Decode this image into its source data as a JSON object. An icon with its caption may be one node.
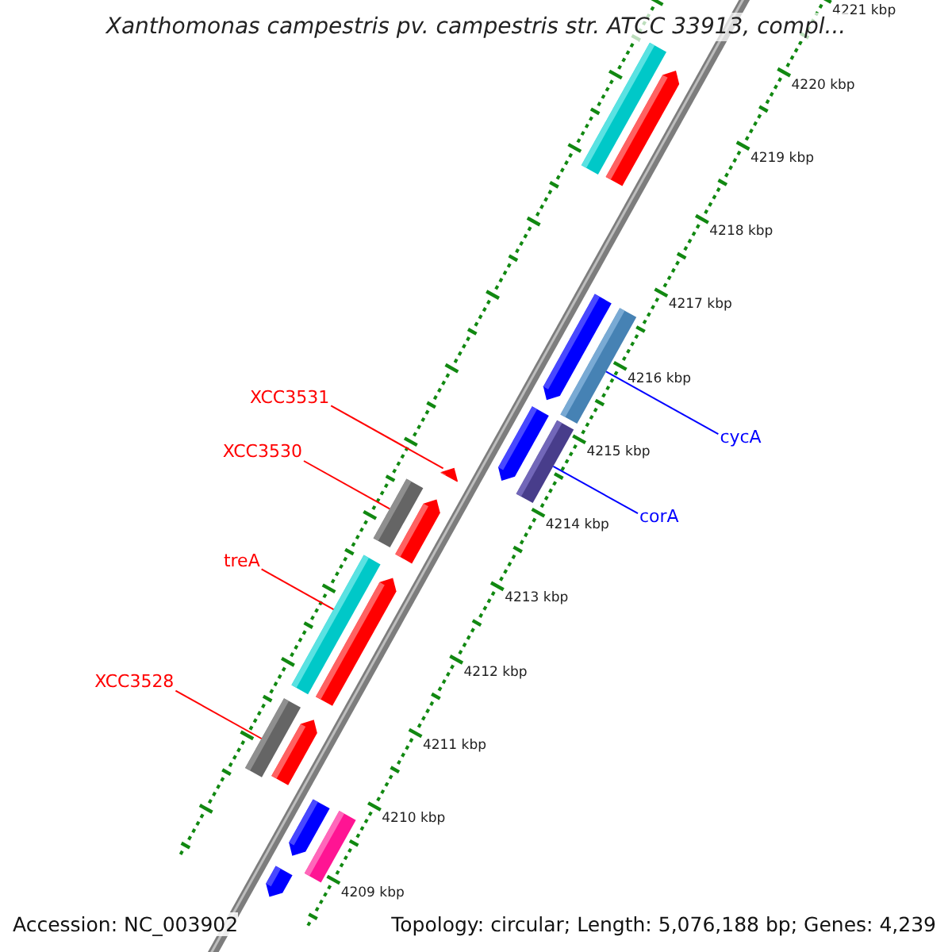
{
  "diagram": {
    "title": "Xanthomonas campestris pv. campestris str. ATCC 33913, compl...",
    "nodes": [
      {
        "text": [
          "XCC3531"
        ]
      },
      {
        "text": [],
        "shape": "bar"
      },
      {
        "text": [
          "XCC3530"
        ]
      },
      {
        "text": [],
        "shape": "bar"
      },
      {
        "text": [
          "treA"
        ]
      },
      {
        "text": [],
        "shape": "bar"
      },
      {
        "text": [
          "XCC3528"
        ]
      },
      {
        "text": [],
        "shape": "bar"
      },
      {
        "text": [
          "cycA"
        ]
      },
      {
        "text": [],
        "shape": "bar"
      },
      {
        "text": [
          "corA"
        ]
      },
      {
        "text": [],
        "shape": "bar"
      },
      {
        "text": [],
        "shape": "bar"
      },
      {
        "text": [],
        "shape": "bar"
      },
      {
        "text": [],
        "shape": "bar"
      },
      {
        "text": [],
        "shape": "bar"
      },
      {
        "text": [],
        "shape": "bar"
      },
      {
        "text": [],
        "shape": "bar"
      },
      {
        "text": [],
        "shape": "bar"
      },
      {
        "text": [],
        "shape": "bar"
      },
      {
        "text": [],
        "shape": "bar"
      },
      {
        "text": [],
        "shape": "bar"
      }
    ],
    "edges": [
      {
        "from": 0,
        "to": 1,
        "arrow": "none"
      },
      {
        "from": 2,
        "to": 3,
        "arrow": "none"
      },
      {
        "from": 4,
        "to": 5,
        "arrow": "none"
      },
      {
        "from": 6,
        "to": 7,
        "arrow": "none"
      },
      {
        "from": 8,
        "to": 9,
        "arrow": "none",
        "color": "#0000ff"
      },
      {
        "from": 10,
        "to": 11,
        "arrow": "none",
        "color": "#0000ff"
      }
    ],
    "labels": [
      "4221 kbp",
      "4220 kbp",
      "4219 kbp",
      "4218 kbp",
      "4217 kbp",
      "4216 kbp",
      "4215 kbp",
      "4214 kbp",
      "4213 kbp",
      "4212 kbp",
      "4211 kbp",
      "4210 kbp",
      "4209 kbp",
      "Accession: NC_003902",
      "Topology: circular; Length: 5,076,188 bp; Genes: 4,239"
    ]
  }
}
